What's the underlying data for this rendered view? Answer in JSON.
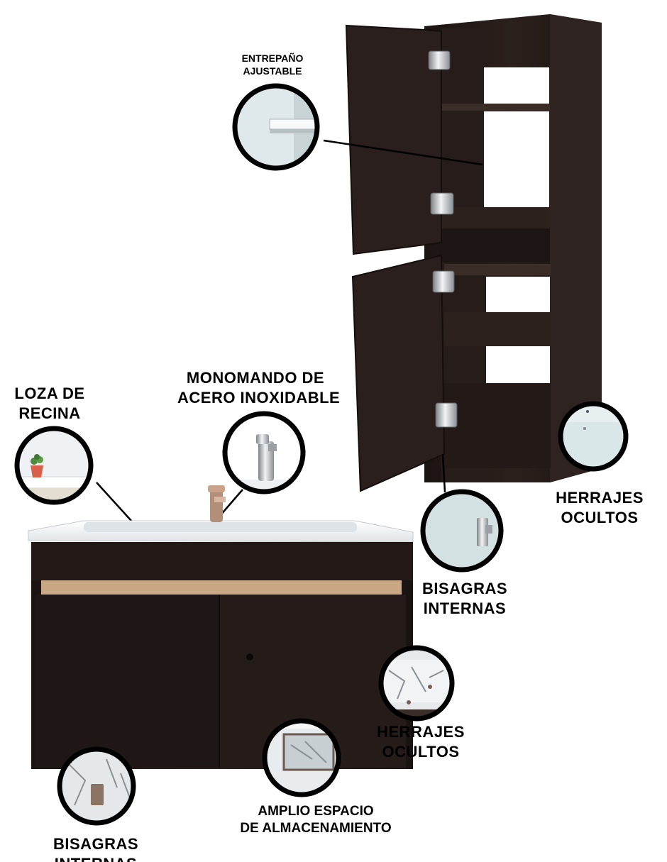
{
  "callouts": {
    "entrepano": [
      "ENTREPAÑO",
      "AJUSTABLE"
    ],
    "loza": [
      "LOZA DE",
      "RECINA"
    ],
    "monomando": [
      "MONOMANDO DE",
      "ACERO INOXIDABLE"
    ],
    "herrajes_top": [
      "HERRAJES",
      "OCULTOS"
    ],
    "bisagras_top": [
      "BISAGRAS",
      "INTERNAS"
    ],
    "herrajes_bottom": [
      "HERRAJES",
      "OCULTOS"
    ],
    "amplio": [
      "AMPLIO ESPACIO",
      "DE ALMACENAMIENTO"
    ],
    "bisagras_bottom": [
      "BISAGRAS",
      "INTERNAS"
    ]
  },
  "colors": {
    "wood": "#231a17",
    "wood_light": "#3a2c27",
    "wood_trim": "#c9a985",
    "ceramic": "#eef1f3",
    "steel": "#b8bcc0"
  }
}
